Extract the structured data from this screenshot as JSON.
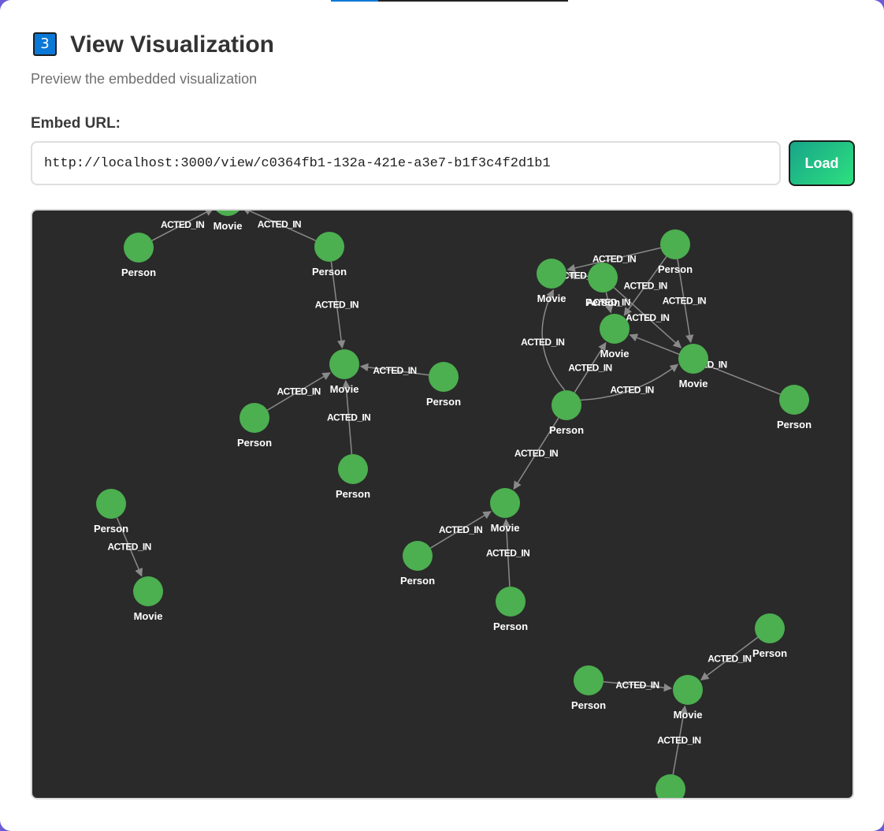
{
  "progress": {
    "fraction": 0.2
  },
  "step": {
    "number": "3",
    "title": "View Visualization",
    "subtitle": "Preview the embedded visualization"
  },
  "embed": {
    "label": "Embed URL:",
    "url": "http://localhost:3000/view/c0364fb1-132a-421e-a3e7-b1f3c4f2d1b1",
    "load_label": "Load"
  },
  "colors": {
    "node": "#4caf50",
    "edge": "#8a8a8a",
    "canvas": "#2a2a2a",
    "accent": "#0a78d7"
  },
  "graph": {
    "nodes": [
      {
        "id": "p1",
        "label": "Person"
      },
      {
        "id": "m1",
        "label": "Movie"
      },
      {
        "id": "p2",
        "label": "Person"
      },
      {
        "id": "m2",
        "label": "Movie"
      },
      {
        "id": "p3",
        "label": "Person"
      },
      {
        "id": "p4",
        "label": "Person"
      },
      {
        "id": "p5",
        "label": "Person"
      },
      {
        "id": "p6",
        "label": "Person"
      },
      {
        "id": "m3",
        "label": "Movie"
      },
      {
        "id": "p7",
        "label": "Person"
      },
      {
        "id": "m4",
        "label": "Movie"
      },
      {
        "id": "p8",
        "label": "Person"
      },
      {
        "id": "m5",
        "label": "Movie"
      },
      {
        "id": "m6",
        "label": "Movie"
      },
      {
        "id": "p9",
        "label": "Person"
      },
      {
        "id": "p10",
        "label": "Person"
      },
      {
        "id": "m7",
        "label": "Movie"
      },
      {
        "id": "p11",
        "label": "Person"
      },
      {
        "id": "p12",
        "label": "Person"
      },
      {
        "id": "p13",
        "label": "Person"
      },
      {
        "id": "m8",
        "label": "Movie"
      },
      {
        "id": "p14",
        "label": "Person"
      },
      {
        "id": "p15",
        "label": ""
      }
    ],
    "edges": [
      {
        "source": "p1",
        "target": "m1",
        "label": "ACTED_IN"
      },
      {
        "source": "p2",
        "target": "m1",
        "label": "ACTED_IN"
      },
      {
        "source": "p2",
        "target": "m2",
        "label": "ACTED_IN"
      },
      {
        "source": "p3",
        "target": "m2",
        "label": "ACTED_IN"
      },
      {
        "source": "p4",
        "target": "m2",
        "label": "ACTED_IN"
      },
      {
        "source": "p5",
        "target": "m2",
        "label": "ACTED_IN"
      },
      {
        "source": "p6",
        "target": "m3",
        "label": "ACTED_IN"
      },
      {
        "source": "p7",
        "target": "m4",
        "label": "ACTED_IN"
      },
      {
        "source": "p7",
        "target": "m5",
        "label": "ACTED_IN"
      },
      {
        "source": "p7",
        "target": "m6",
        "label": "ACTED_IN"
      },
      {
        "source": "p7",
        "target": "m7",
        "label": "ACTED_IN"
      },
      {
        "source": "p8",
        "target": "m5",
        "label": "ACTED_IN"
      },
      {
        "source": "p8",
        "target": "m4",
        "label": "ACTED_IN"
      },
      {
        "source": "p8",
        "target": "m6",
        "label": "ACTED_IN"
      },
      {
        "source": "p9",
        "target": "m4",
        "label": "ACTED_IN"
      },
      {
        "source": "p9",
        "target": "m6",
        "label": "ACTED_IN"
      },
      {
        "source": "p9",
        "target": "m5",
        "label": "ACTED_IN"
      },
      {
        "source": "p10",
        "target": "m6",
        "label": "ACTED_IN"
      },
      {
        "source": "p11",
        "target": "m7",
        "label": "ACTED_IN"
      },
      {
        "source": "p12",
        "target": "m7",
        "label": "ACTED_IN"
      },
      {
        "source": "p13",
        "target": "m8",
        "label": "ACTED_IN"
      },
      {
        "source": "p14",
        "target": "m8",
        "label": "ACTED_IN"
      },
      {
        "source": "p15",
        "target": "m8",
        "label": "ACTED_IN"
      }
    ]
  }
}
